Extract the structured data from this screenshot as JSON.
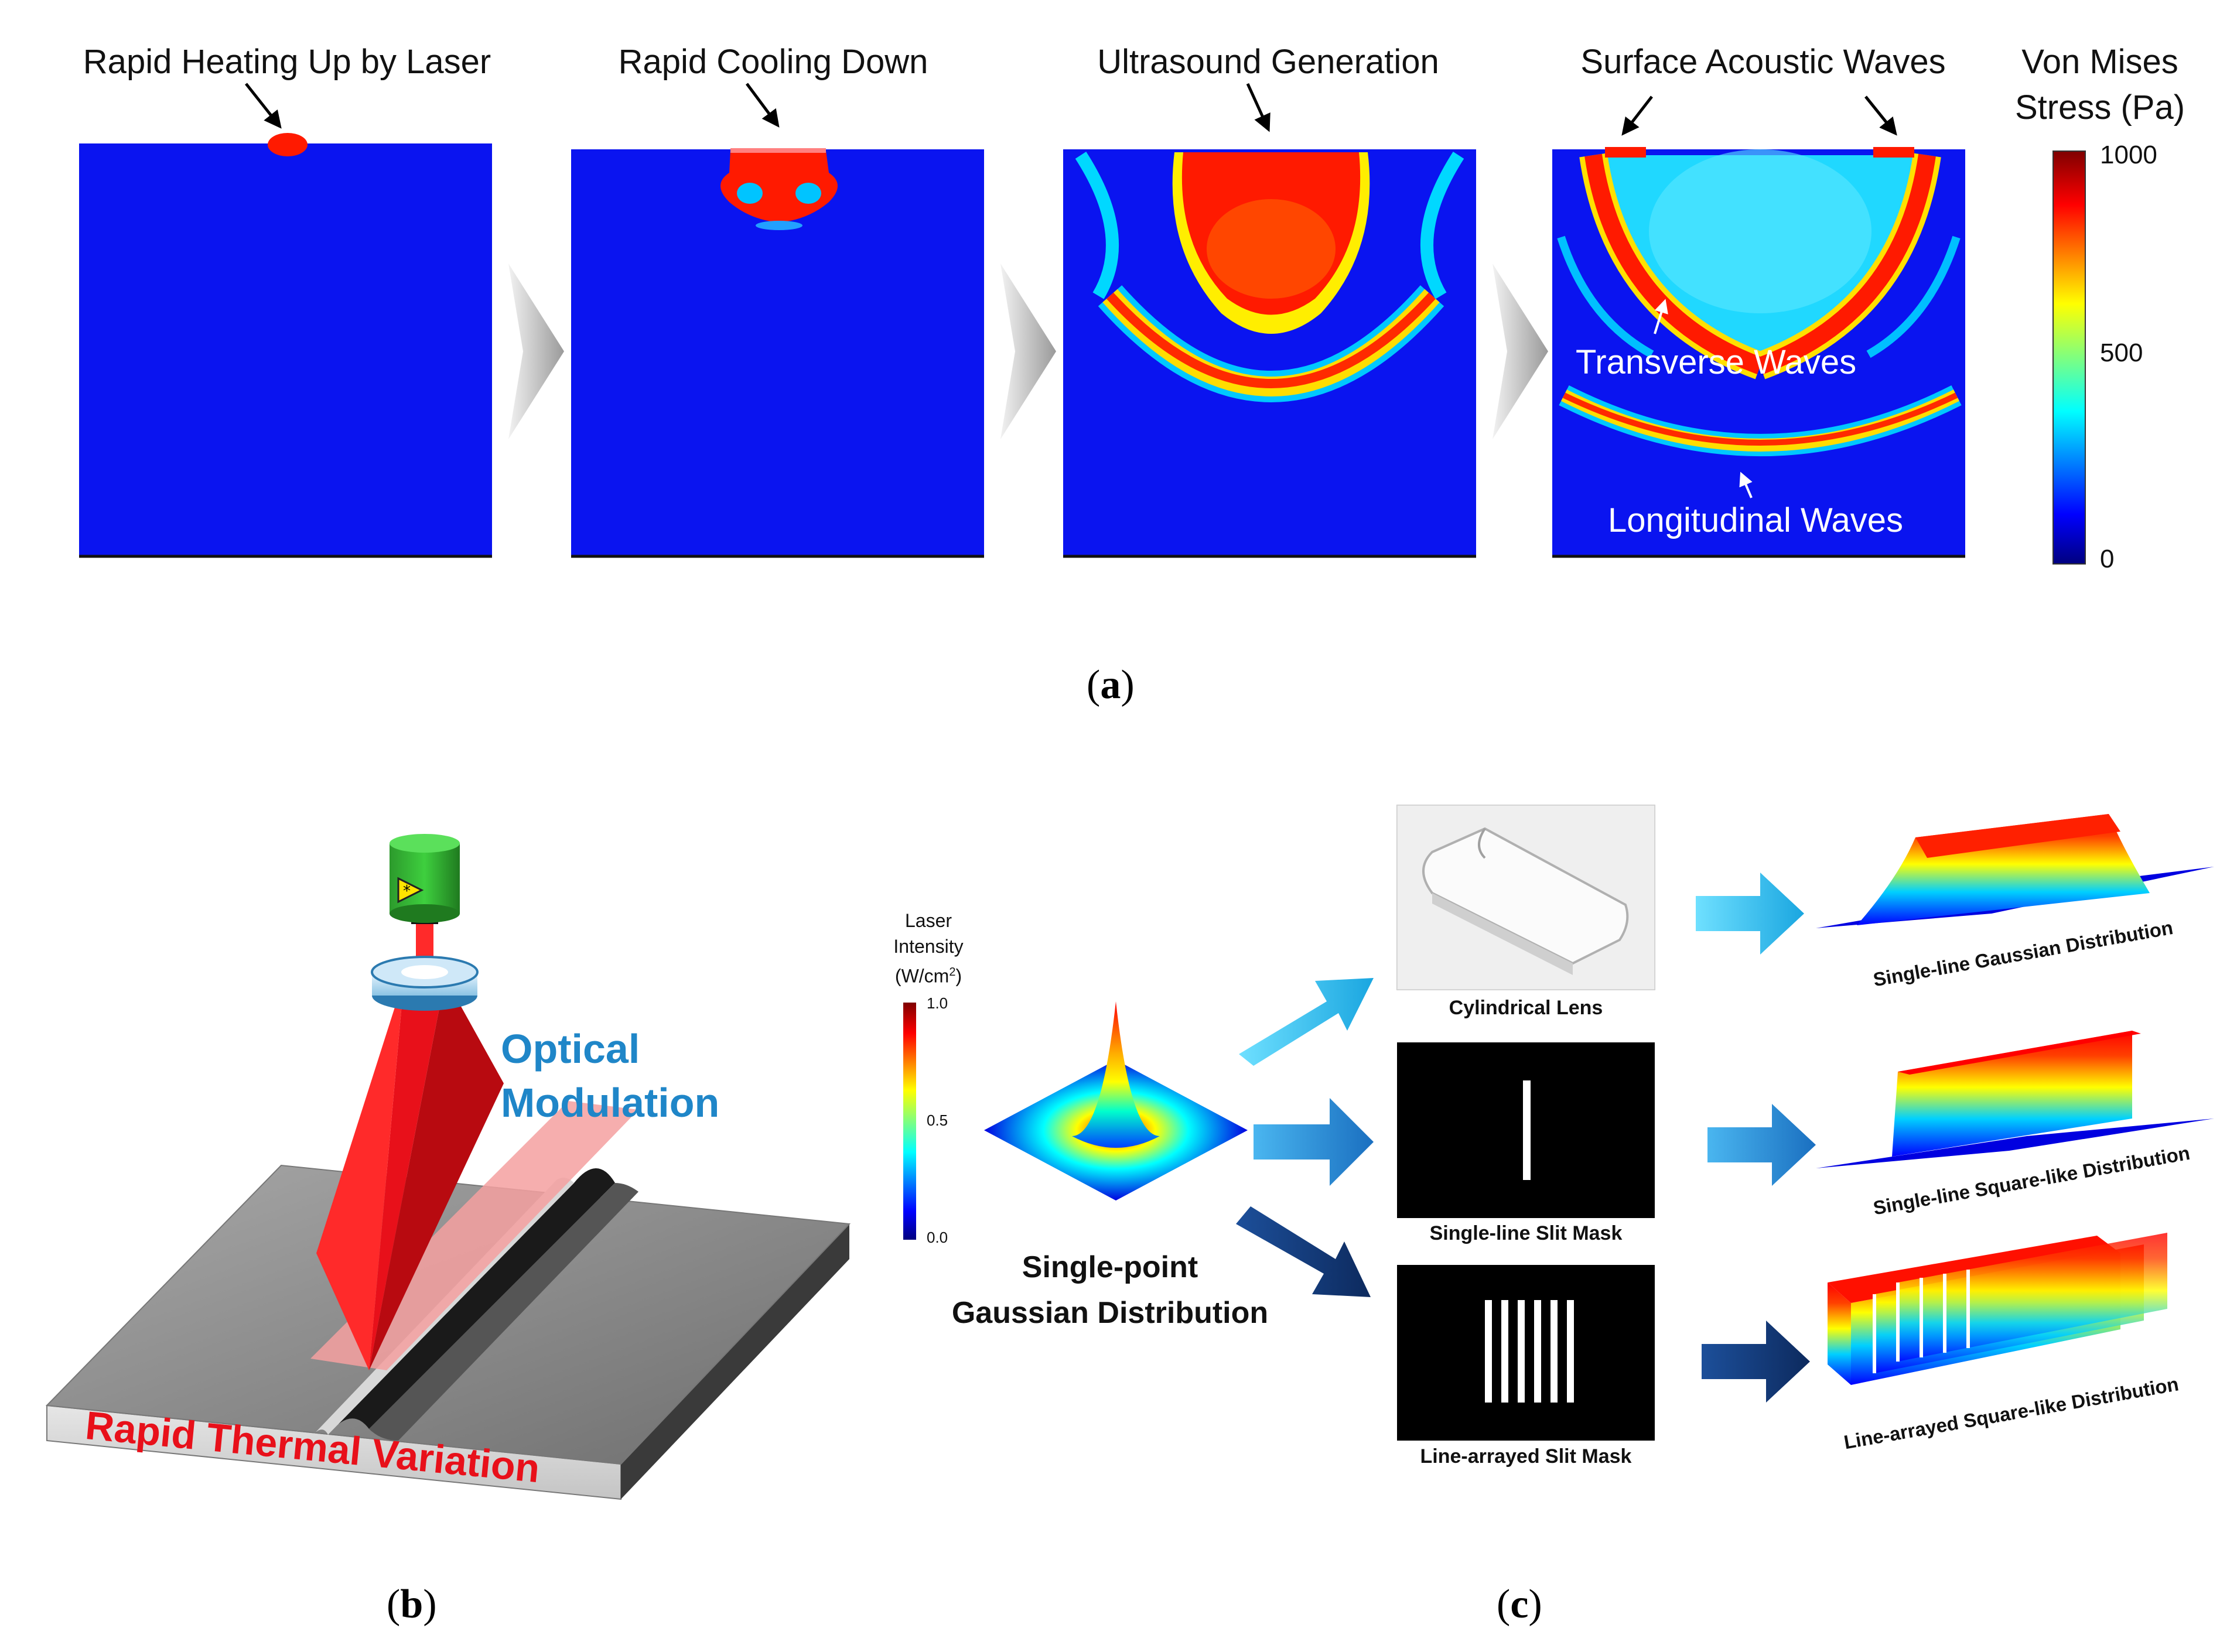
{
  "panel_a": {
    "caption_letter": "a",
    "stage_titles": [
      "Rapid Heating Up by Laser",
      "Rapid Cooling Down",
      "Ultrasound Generation",
      "Surface Acoustic Waves"
    ],
    "wave_labels": {
      "transverse": "Transverse Waves",
      "longitudinal": "Longitudinal Waves"
    },
    "colorbar": {
      "title_line1": "Von Mises",
      "title_line2": "Stress (Pa)",
      "ticks": [
        "1000",
        "500",
        "0"
      ]
    }
  },
  "panel_b": {
    "caption_letter": "b",
    "optical_line1": "Optical",
    "optical_line2": "Modulation",
    "thermal": "Rapid Thermal Variation"
  },
  "panel_c": {
    "caption_letter": "c",
    "colorbar": {
      "title_line1": "Laser",
      "title_line2": "Intensity",
      "title_line3": "(W/cm",
      "title_sup": "2",
      "title_end": ")",
      "ticks": [
        "1.0",
        "0.5",
        "0.0"
      ]
    },
    "source_line1": "Single-point",
    "source_line2": "Gaussian Distribution",
    "optics": [
      "Cylindrical Lens",
      "Single-line  Slit Mask",
      "Line-arrayed  Slit Mask"
    ],
    "results": [
      "Single-line  Gaussian  Distribution",
      "Single-line  Square-like  Distribution",
      "Line-arrayed  Square-like  Distribution"
    ]
  },
  "colors": {
    "field_blue": "#0a14f0",
    "stress_red": "#ff1a00",
    "optical_blue": "#1f86c8",
    "thermal_red": "#e8101a",
    "arrow_cyan": "#35c6ee",
    "arrow_navy": "#123a7a"
  }
}
